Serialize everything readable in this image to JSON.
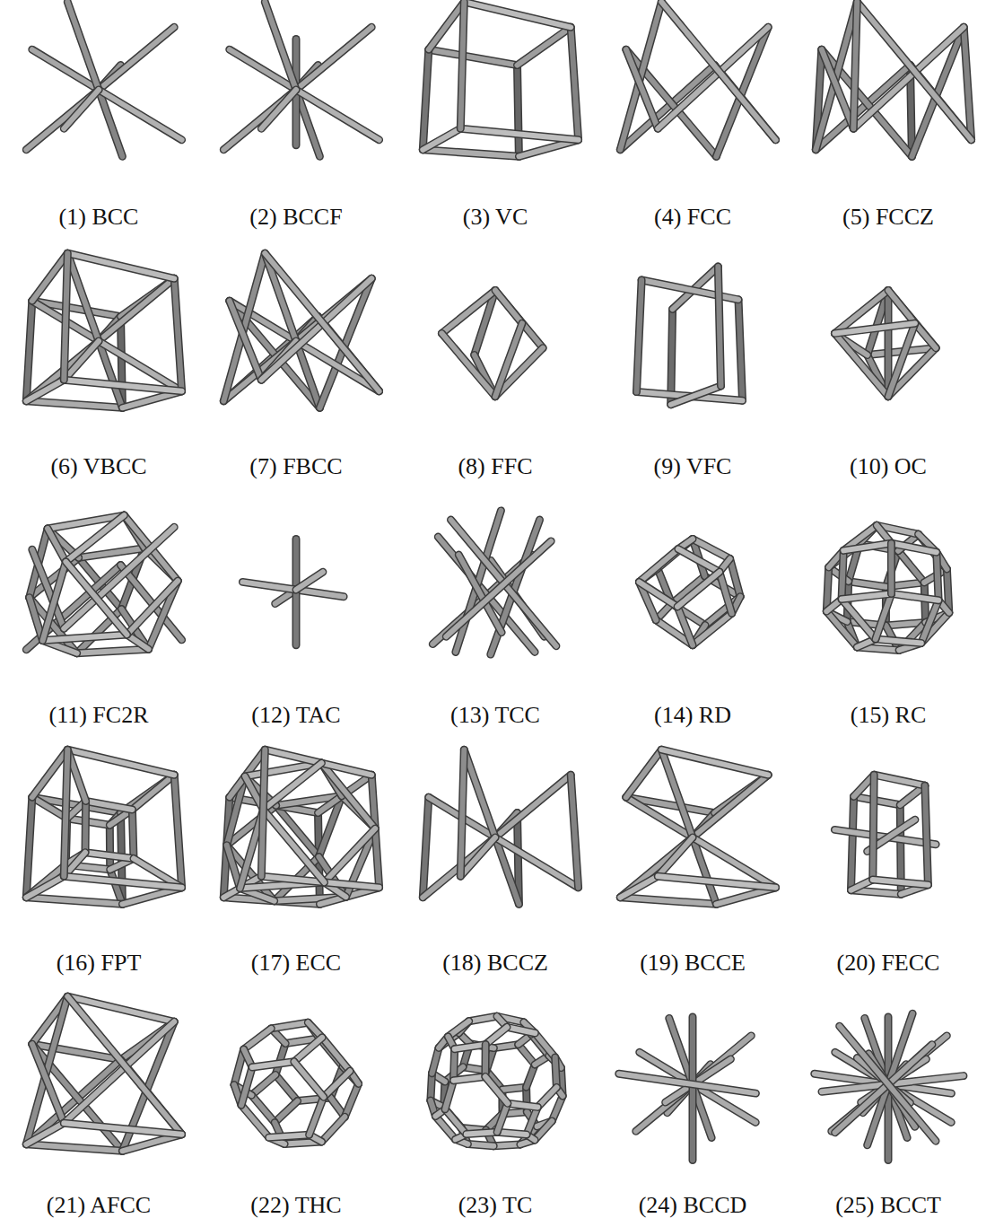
{
  "diagram": {
    "labels": [
      "(1) BCC",
      "(2) BCCF",
      "(3) VC",
      "(4) FCC",
      "(5) FCCZ",
      "(6) VBCC",
      "(7) FBCC",
      "(8) FFC",
      "(9) VFC",
      "(10) OC",
      "(11) FC2R",
      "(12) TAC",
      "(13) TCC",
      "(14) RD",
      "(15) RC",
      "(16) FPT",
      "(17) ECC",
      "(18) BCCZ",
      "(19) BCCE",
      "(20) FECC",
      "(21) AFCC",
      "(22) THC",
      "(23) TC",
      "(24) BCCD",
      "(25) BCCT"
    ]
  }
}
